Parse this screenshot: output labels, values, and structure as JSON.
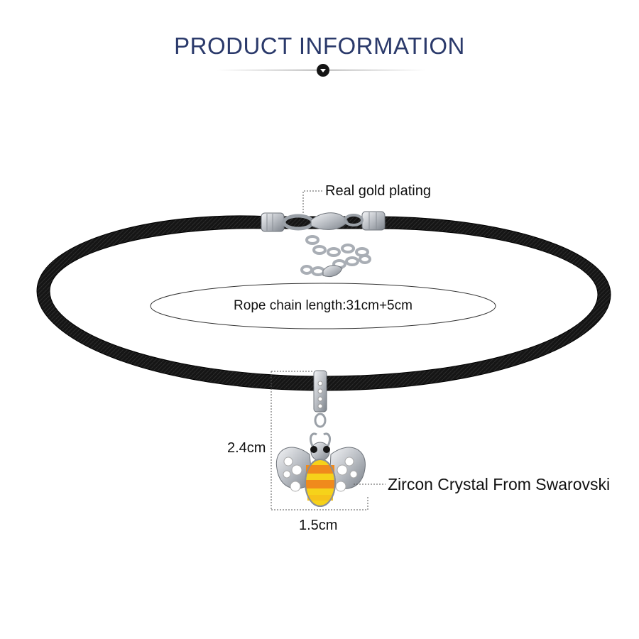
{
  "header": {
    "title": "PRODUCT INFORMATION"
  },
  "annotations": {
    "plating": "Real gold plating",
    "length": "Rope chain length:31cm+5cm",
    "height": "2.4cm",
    "width": "1.5cm",
    "crystal": "Zircon Crystal From Swarovski"
  },
  "colors": {
    "title": "#2b3a6b",
    "cord": "#111111",
    "silver": "#c9ccd1",
    "bee_orange": "#f08a1c",
    "bee_yellow": "#f6d21a",
    "bee_black": "#151515"
  }
}
